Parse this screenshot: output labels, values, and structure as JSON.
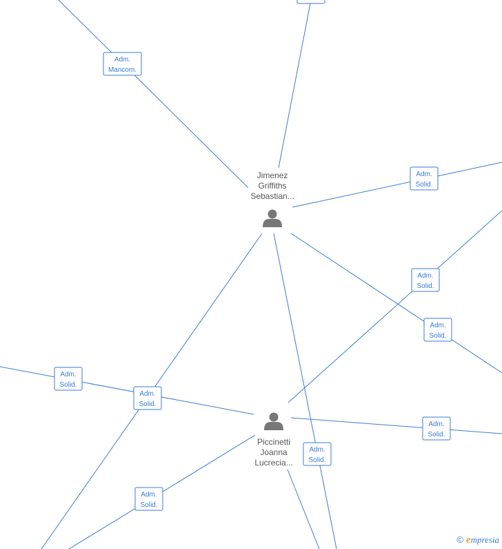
{
  "people": [
    {
      "id": "p1",
      "name_lines": [
        "Jimenez",
        "Griffiths",
        "Sebastian..."
      ]
    },
    {
      "id": "p2",
      "name_lines": [
        "Piccinetti",
        "Joanna",
        "Lucrecia..."
      ]
    }
  ],
  "relations": [
    {
      "id": "r1",
      "lines": [
        "Adm.",
        "Mancom."
      ]
    },
    {
      "id": "r2",
      "lines": [
        "Adm.",
        "Solid."
      ]
    },
    {
      "id": "r3",
      "lines": [
        "Adm.",
        "Solid."
      ]
    },
    {
      "id": "r4",
      "lines": [
        "Adm.",
        "Solid."
      ]
    },
    {
      "id": "r5",
      "lines": [
        "Adm.",
        "Solid."
      ]
    },
    {
      "id": "r6",
      "lines": [
        "Adm.",
        "Solid."
      ]
    },
    {
      "id": "r7",
      "lines": [
        "Adm.",
        "Solid."
      ]
    },
    {
      "id": "r8",
      "lines": [
        "Adm.",
        "Solid."
      ]
    },
    {
      "id": "r9",
      "lines": [
        "Adm.",
        "Solid."
      ]
    }
  ],
  "watermark": {
    "copyright": "©",
    "brand_initial": "e",
    "brand_rest": "mpresia"
  },
  "colors": {
    "edge": "#3a7bd5",
    "label_text": "#3a7bd5",
    "person_icon": "#777777",
    "person_text": "#555555"
  }
}
